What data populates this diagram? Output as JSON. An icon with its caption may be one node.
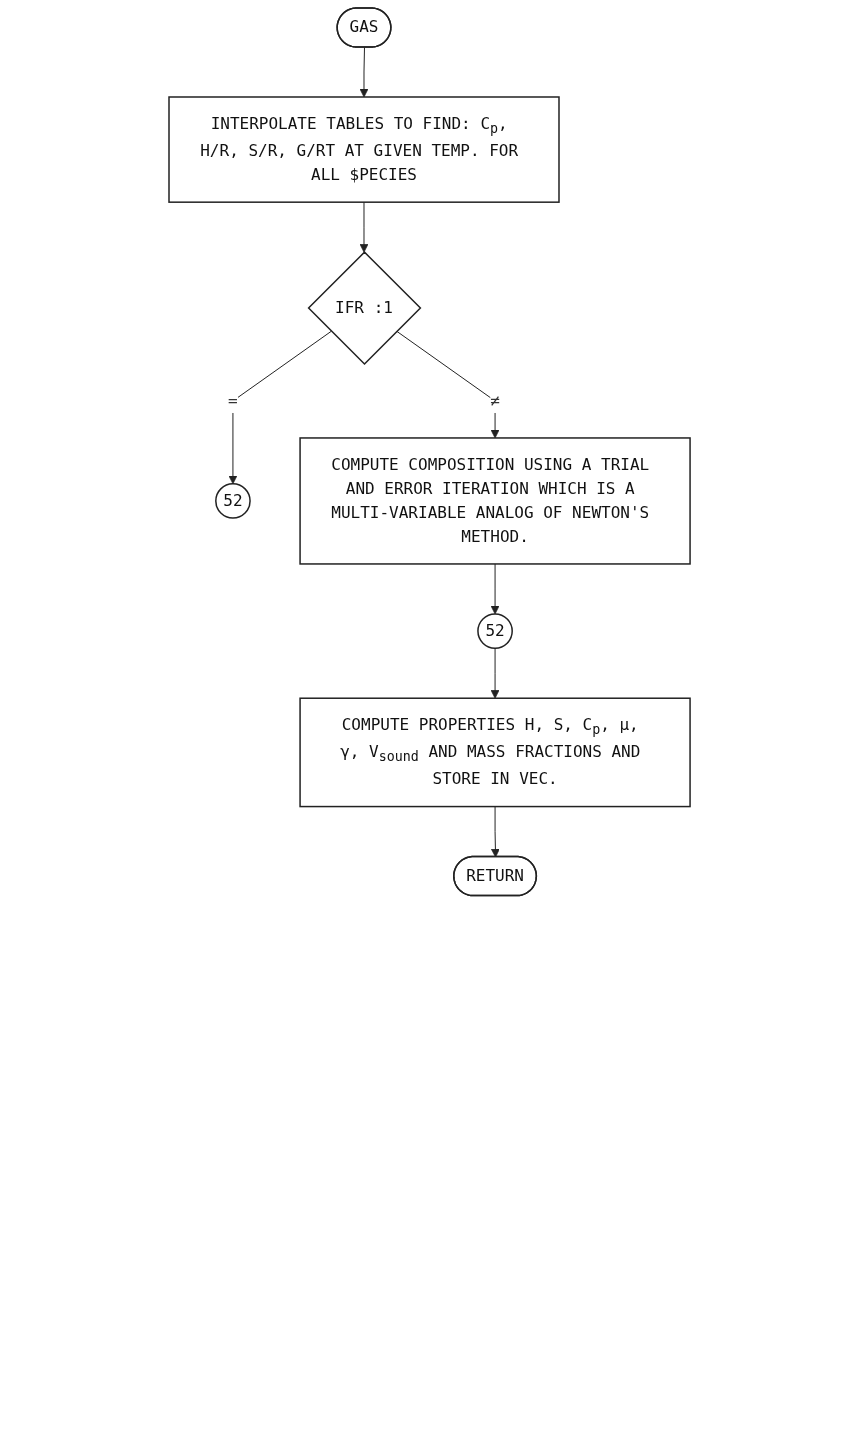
{
  "diagram": {
    "nodes": [
      {
        "text": [
          "GAS"
        ]
      },
      {
        "text": [
          "INTERPOLATE TABLES TO FIND: C$_{p}$, H/R, S/R, G/RT AT GIVEN TEMP. FOR ALL $PECIES"
        ]
      },
      {
        "text": [
          "IFR :1"
        ]
      },
      {
        "text": [
          "52"
        ]
      },
      {
        "text": [
          "COMPUTE COMPOSITION USING A TRIAL AND ERROR ITERATION WHICH IS A MULTI-VARIABLE ANALOG OF NEWTON'S METHOD."
        ]
      },
      {
        "text": [
          "52"
        ]
      },
      {
        "text": [
          "COMPUTE PROPERTIES H, S, C$_{p}$, μ, γ, V$_{sound}$ AND MASS FRACTIONS AND STORE IN VEC."
        ]
      },
      {
        "text": [
          "RETURN"
        ]
      }
    ],
    "edges": [
      {
        "from": 0,
        "to": 1,
        "arrow": "to"
      },
      {
        "from": 1,
        "to": 2,
        "arrow": "to"
      },
      {
        "from": 2,
        "to": 3,
        "label": "=",
        "arrow": "to"
      },
      {
        "from": 2,
        "to": 4,
        "label": "≠",
        "arrow": "to"
      },
      {
        "from": 4,
        "to": 5,
        "arrow": "to"
      },
      {
        "from": 5,
        "to": 6,
        "arrow": "to"
      },
      {
        "from": 6,
        "to": 7,
        "arrow": "to"
      }
    ]
  }
}
